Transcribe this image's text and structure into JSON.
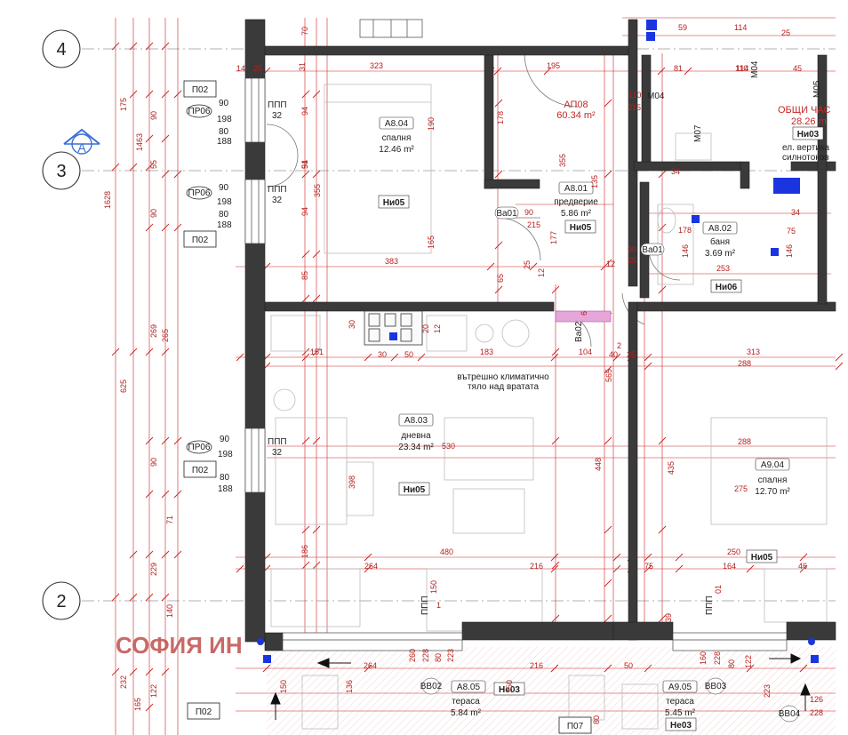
{
  "grid_axes": [
    "4",
    "3",
    "2"
  ],
  "section_marker": "A",
  "rooms": [
    {
      "code": "A8.04",
      "name": "спалня",
      "area": "12.46 m²"
    },
    {
      "code": "A8.01",
      "name": "предверие",
      "area": "5.86 m²"
    },
    {
      "code": "A8.02",
      "name": "баня",
      "area": "3.69 m²"
    },
    {
      "code": "A8.03",
      "name": "дневна",
      "area": "23.34 m²"
    },
    {
      "code": "A9.04",
      "name": "спалня",
      "area": "12.70 m²"
    },
    {
      "code": "A8.05",
      "name": "тераса",
      "area": "5.84 m²"
    },
    {
      "code": "A9.05",
      "name": "тераса",
      "area": "5.45 m²"
    },
    {
      "code": "АП08",
      "name": "",
      "area": "60.34 m²"
    },
    {
      "code": "ОБЩИ ЧАС",
      "name": "",
      "area": "28.26 m"
    }
  ],
  "floor_tags": [
    "Ни05",
    "Ни05",
    "Ни06",
    "Ни05",
    "Ни05",
    "Не03",
    "Не03",
    "Ни03"
  ],
  "notes": {
    "climate": [
      "вътрешно климатично",
      "тяло над вратата"
    ],
    "shaft": [
      "ел. вертика",
      "силнотоков"
    ]
  },
  "watermark": "СОФИЯ ИН",
  "window_tags": {
    "p02": [
      "П02",
      "П02",
      "П02",
      "П02"
    ],
    "pr06": [
      "ПР06",
      "ПР06",
      "ПР06"
    ],
    "ppp": [
      "ППП",
      "ППП",
      "ППП"
    ],
    "p07": "П07"
  },
  "door_tags": [
    "Ва01",
    "Ва01",
    "Ва02",
    "М04",
    "М07",
    "М04",
    "М05",
    "ВВ02",
    "ВВ03",
    "ВВ04"
  ],
  "opening_dims": {
    "w1": [
      "90",
      "198",
      "80",
      "188"
    ],
    "w2": [
      "90",
      "198",
      "80",
      "188"
    ],
    "w3": [
      "90",
      "198",
      "80",
      "188"
    ],
    "ppp": [
      "32",
      "32",
      "32"
    ]
  },
  "dims": {
    "left_vertical": [
      "175",
      "1463",
      "1628",
      "625",
      "269",
      "229",
      "232",
      "165",
      "122",
      "90",
      "55",
      "90",
      "90",
      "140",
      "71"
    ],
    "room_widths": [
      "323",
      "383",
      "195",
      "355",
      "313",
      "288",
      "288",
      "151",
      "183",
      "104",
      "480",
      "264",
      "216",
      "250",
      "164",
      "46",
      "264",
      "216",
      "50"
    ],
    "room_heights": [
      "190",
      "165",
      "178",
      "94",
      "51",
      "94",
      "85",
      "355",
      "135",
      "65",
      "448",
      "435",
      "398",
      "265",
      "186",
      "565",
      "177",
      "146",
      "146",
      "150"
    ],
    "small": [
      "14",
      "25",
      "31",
      "70",
      "94",
      "30",
      "50",
      "30",
      "20",
      "12",
      "25",
      "40",
      "25",
      "75",
      "39",
      "59",
      "114",
      "114",
      "81",
      "45",
      "110",
      "215",
      "215",
      "90",
      "90",
      "25",
      "34",
      "34",
      "75",
      "253",
      "178",
      "530",
      "275",
      "260",
      "228",
      "80",
      "223",
      "160",
      "228",
      "80",
      "223",
      "126",
      "228",
      "122",
      "80",
      "136",
      "150",
      "150",
      "1",
      "01",
      "2",
      "6",
      "12",
      "12",
      "25",
      "110"
    ]
  }
}
